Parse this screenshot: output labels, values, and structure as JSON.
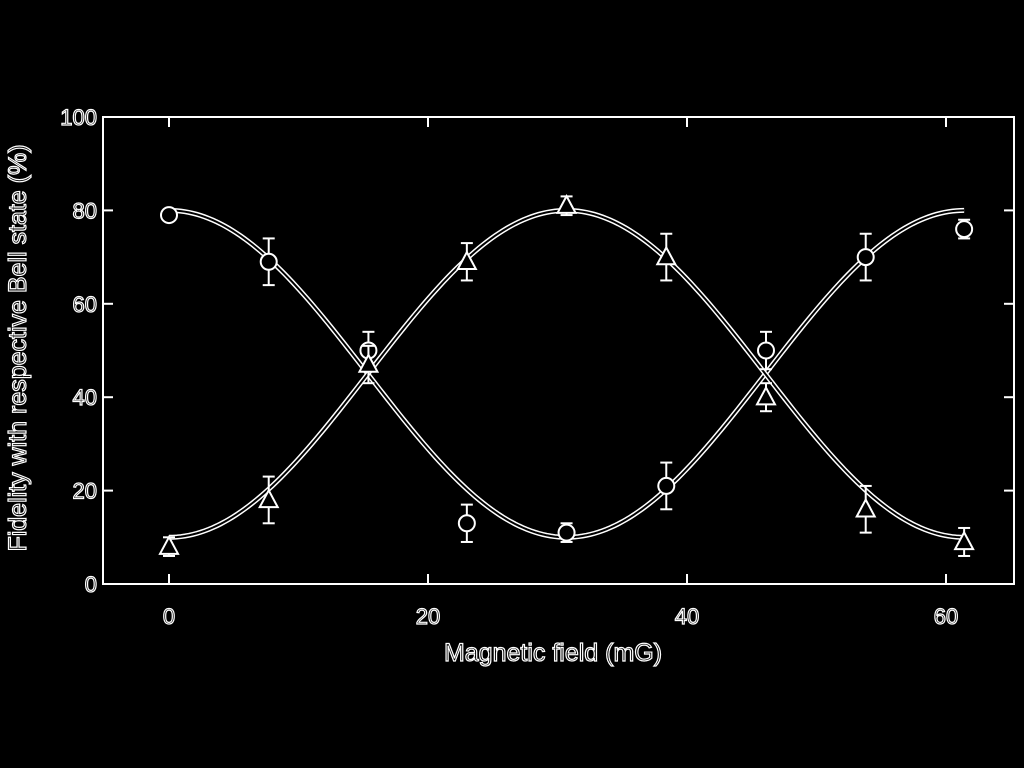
{
  "chart_data": {
    "type": "scatter",
    "title": "",
    "xlabel": "Magnetic field (mG)",
    "ylabel": "Fidelity with respective Bell state (%)",
    "xlim": [
      -5,
      66
    ],
    "ylim": [
      0,
      100
    ],
    "xticks": [
      0,
      20,
      40,
      60
    ],
    "yticks": [
      0,
      20,
      40,
      60,
      80,
      100
    ],
    "grid": false,
    "legend": "none",
    "series": [
      {
        "marker": "circle",
        "points": [
          {
            "x": 0,
            "y": 79,
            "err": 1
          },
          {
            "x": 7.7,
            "y": 69,
            "err": 5
          },
          {
            "x": 15.4,
            "y": 50,
            "err": 4
          },
          {
            "x": 23,
            "y": 13,
            "err": 4
          },
          {
            "x": 30.7,
            "y": 11,
            "err": 2
          },
          {
            "x": 38.4,
            "y": 21,
            "err": 5
          },
          {
            "x": 46.1,
            "y": 50,
            "err": 4
          },
          {
            "x": 53.8,
            "y": 70,
            "err": 5
          },
          {
            "x": 61.4,
            "y": 76,
            "err": 2
          }
        ],
        "fit": {
          "offset": 45,
          "amplitude": 35,
          "period": 61.4,
          "phase": "cos"
        }
      },
      {
        "marker": "triangle",
        "points": [
          {
            "x": 0,
            "y": 8,
            "err": 2
          },
          {
            "x": 7.7,
            "y": 18,
            "err": 5
          },
          {
            "x": 15.4,
            "y": 47,
            "err": 4
          },
          {
            "x": 23,
            "y": 69,
            "err": 4
          },
          {
            "x": 30.7,
            "y": 81,
            "err": 2
          },
          {
            "x": 38.4,
            "y": 70,
            "err": 5
          },
          {
            "x": 46.1,
            "y": 40,
            "err": 3
          },
          {
            "x": 53.8,
            "y": 16,
            "err": 5
          },
          {
            "x": 61.4,
            "y": 9,
            "err": 3
          }
        ],
        "fit": {
          "offset": 45,
          "amplitude": -35,
          "period": 61.4,
          "phase": "cos"
        }
      }
    ]
  }
}
